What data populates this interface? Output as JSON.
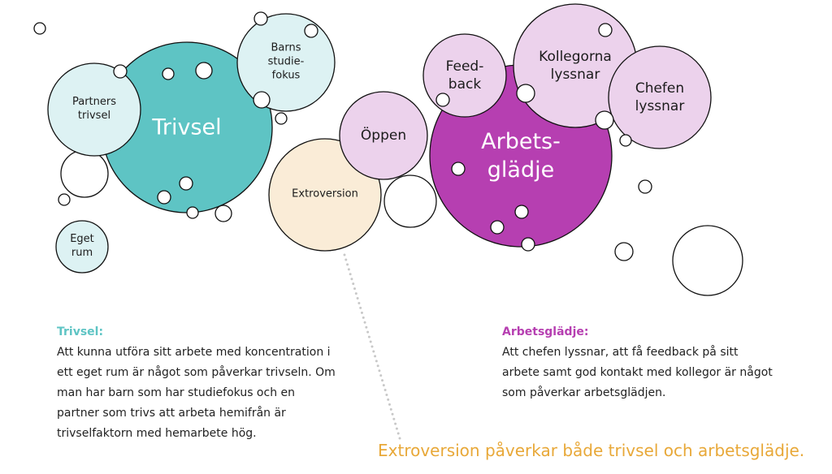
{
  "colors": {
    "trivsel": "#5ec4c4",
    "arbetsgladje": "#b63fb1",
    "extroversion_fill": "#faecd7",
    "light_teal": "#ddf2f3",
    "light_purple": "#ecd2ec",
    "summary": "#e8a838",
    "stroke": "#111111"
  },
  "bubbles": [
    {
      "id": "trivsel",
      "lines": [
        "Trivsel"
      ],
      "fill": "trivsel",
      "light_text": true
    },
    {
      "id": "partners-trivsel",
      "lines": [
        "Partners",
        "trivsel"
      ],
      "fill": "light_teal"
    },
    {
      "id": "barns-studiefokus",
      "lines": [
        "Barns",
        "studie-",
        "fokus"
      ],
      "fill": "light_teal"
    },
    {
      "id": "eget-rum",
      "lines": [
        "Eget",
        "rum"
      ],
      "fill": "light_teal"
    },
    {
      "id": "extroversion",
      "lines": [
        "Extroversion"
      ],
      "fill": "extroversion_fill"
    },
    {
      "id": "oppen",
      "lines": [
        "Öppen"
      ],
      "fill": "light_purple"
    },
    {
      "id": "arbetsgladje",
      "lines": [
        "Arbets-",
        "glädje"
      ],
      "fill": "arbetsgladje",
      "light_text": true
    },
    {
      "id": "feedback",
      "lines": [
        "Feed-",
        "back"
      ],
      "fill": "light_purple"
    },
    {
      "id": "kollegorna-lyssnar",
      "lines": [
        "Kollegorna",
        "lyssnar"
      ],
      "fill": "light_purple"
    },
    {
      "id": "chefen-lyssnar",
      "lines": [
        "Chefen",
        "lyssnar"
      ],
      "fill": "light_purple"
    }
  ],
  "captions": {
    "trivsel": {
      "title": "Trivsel:",
      "body": "Att kunna utföra sitt arbete med koncentration i ett eget rum är något som påverkar trivseln. Om man har barn som har studiefokus och en partner som trivs att arbeta hemifrån är trivselfaktorn med hemarbete hög."
    },
    "arbetsgladje": {
      "title": "Arbetsglädje:",
      "body": "Att chefen lyssnar, att få feedback på sitt arbete samt god kontakt med kollegor är något som påverkar arbetsglädjen."
    }
  },
  "summary": "Extroversion påverkar både trivsel och arbetsglädje."
}
